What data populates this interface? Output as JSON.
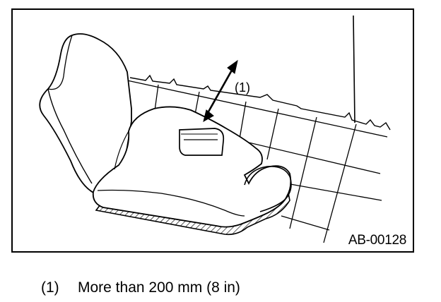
{
  "figure": {
    "code": "AB-00128",
    "callout": "(1)"
  },
  "legend": {
    "ref": "(1)",
    "text": "More than 200 mm (8 in)"
  }
}
